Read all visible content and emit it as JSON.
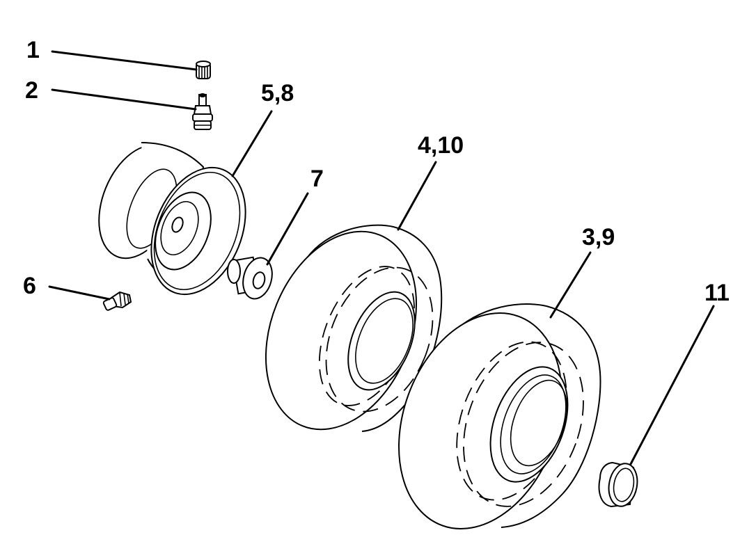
{
  "labels": {
    "l1": "1",
    "l2": "2",
    "l3": "3,9",
    "l4": "4,10",
    "l5": "5,8",
    "l6": "6",
    "l7": "7",
    "l11": "11"
  },
  "colors": {
    "ink": "#000000",
    "paper": "#ffffff"
  }
}
